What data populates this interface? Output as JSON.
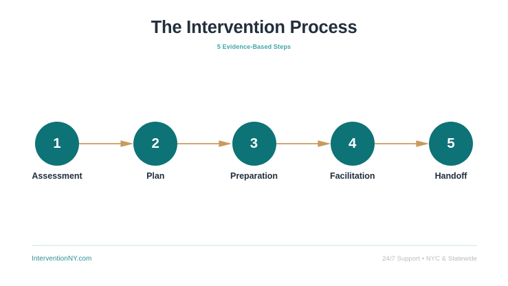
{
  "header": {
    "title": "The Intervention Process",
    "subtitle": "5 Evidence-Based Steps"
  },
  "process": {
    "steps": [
      {
        "number": "1",
        "label": "Assessment"
      },
      {
        "number": "2",
        "label": "Plan"
      },
      {
        "number": "3",
        "label": "Preparation"
      },
      {
        "number": "4",
        "label": "Facilitation"
      },
      {
        "number": "5",
        "label": "Handoff"
      }
    ],
    "connector_icon": "arrow-right-icon"
  },
  "footer": {
    "link": "InterventionNY.com",
    "note": "24/7 Support • NYC & Statewide"
  },
  "colors": {
    "background": "#ffffff",
    "title": "#232f3e",
    "subtitle": "#3da5a8",
    "circle": "#0d7377",
    "circle_number": "#ffffff",
    "step_label": "#232f3e",
    "arrow": "#c89a5b",
    "divider": "#e3f1f1",
    "footer_link": "#2e8e93",
    "footer_note": "#b8bcc0"
  }
}
